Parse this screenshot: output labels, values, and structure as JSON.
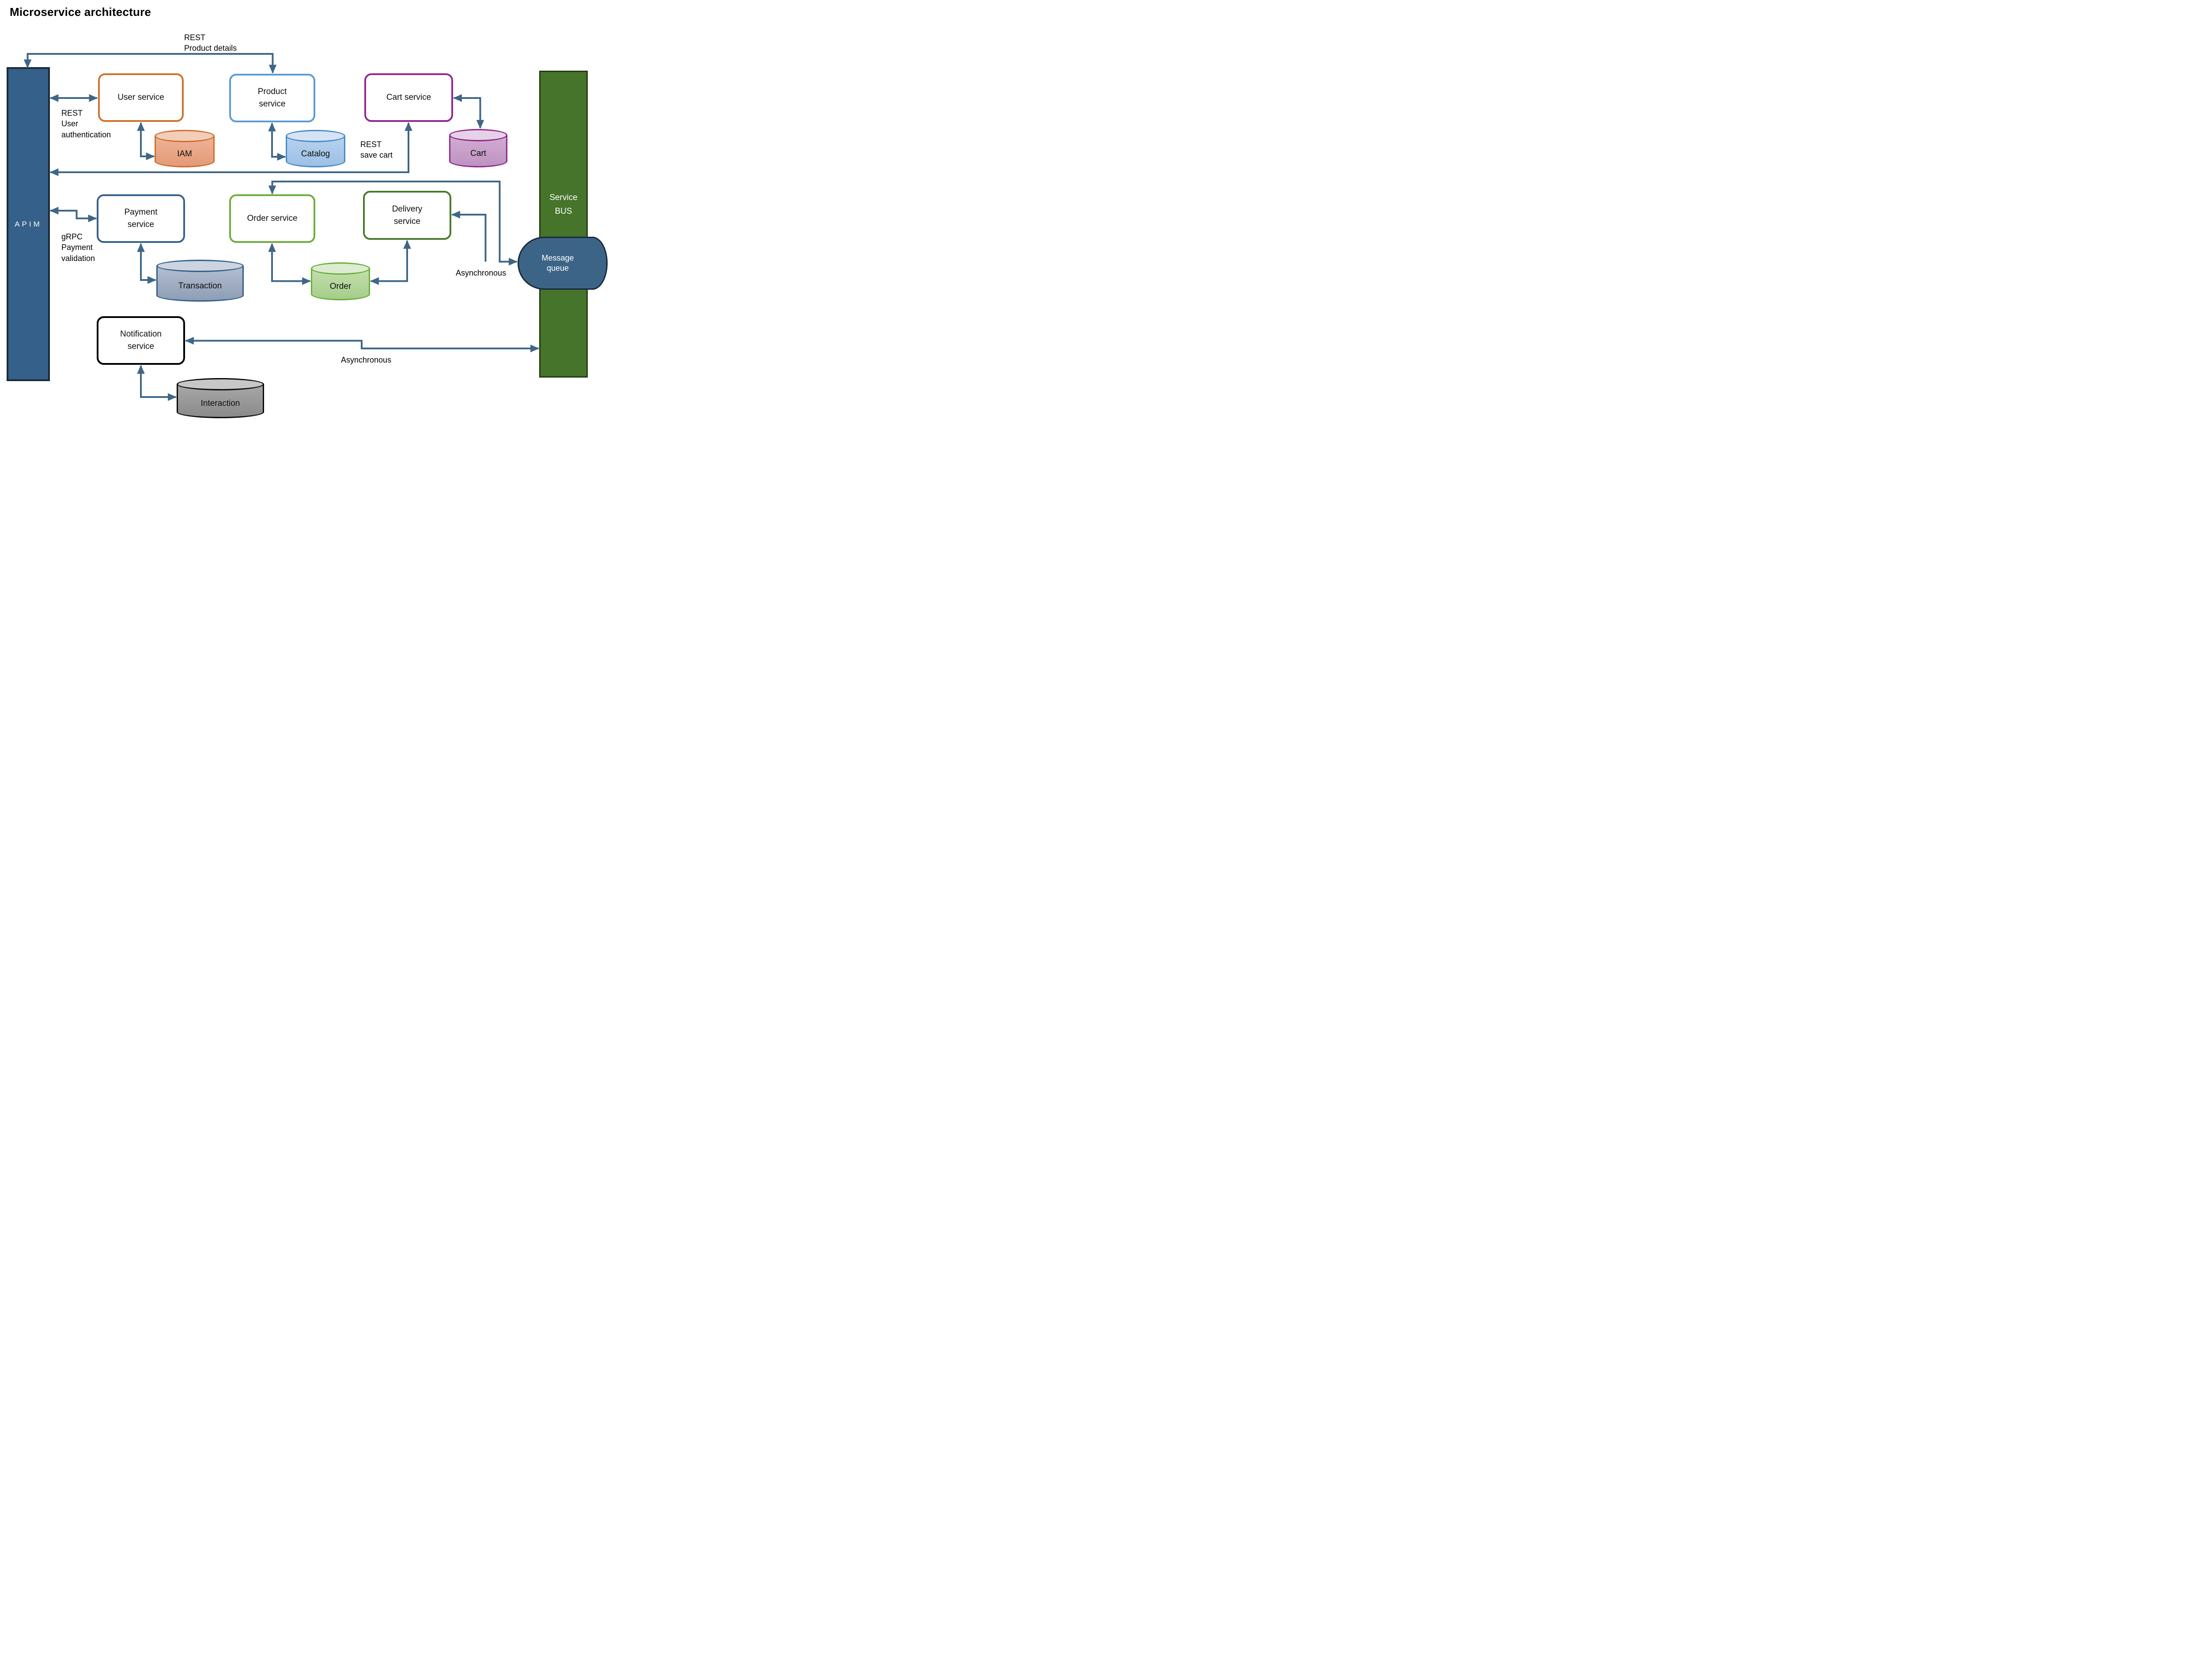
{
  "title": "Microservice architecture",
  "apim": {
    "label": "APIM"
  },
  "service_bus": {
    "label": "Service\nBUS"
  },
  "message_queue": {
    "label": "Message\nqueue"
  },
  "services": {
    "user": {
      "label": "User service"
    },
    "product": {
      "label": "Product\nservice"
    },
    "cart": {
      "label": "Cart service"
    },
    "payment": {
      "label": "Payment\nservice"
    },
    "order": {
      "label": "Order service"
    },
    "delivery": {
      "label": "Delivery\nservice"
    },
    "notification": {
      "label": "Notification\nservice"
    }
  },
  "databases": {
    "iam": {
      "label": "IAM"
    },
    "catalog": {
      "label": "Catalog"
    },
    "cart": {
      "label": "Cart"
    },
    "transaction": {
      "label": "Transaction"
    },
    "order": {
      "label": "Order"
    },
    "interaction": {
      "label": "Interaction"
    }
  },
  "edge_labels": {
    "product_details": "REST\nProduct details",
    "user_auth": "REST\nUser\nauthentication",
    "save_cart": "REST\nsave cart",
    "payment_validation": "gRPC\nPayment\nvalidation",
    "async_queue": "Asynchronous",
    "async_notification": "Asynchronous"
  },
  "palette": {
    "connector": "#3e6687",
    "apim_fill": "#34608a",
    "apim_border": "#1a2a38",
    "service_bus_fill": "#46742a",
    "message_queue_fill": "#3c6486",
    "user_border": "#d0712f",
    "product_border": "#5b9bd5",
    "cart_border": "#93278f",
    "payment_border": "#35618c",
    "order_border": "#6cae3b",
    "delivery_border": "#4a7a2c",
    "notification_border": "#000000",
    "iam_fill": "#e7a081",
    "catalog_fill": "#a6c7e9",
    "cart_db_fill": "#c79ec9",
    "transaction_fill": "#93a3bb",
    "order_db_fill": "#add395",
    "interaction_fill": "#8e8e8e"
  }
}
